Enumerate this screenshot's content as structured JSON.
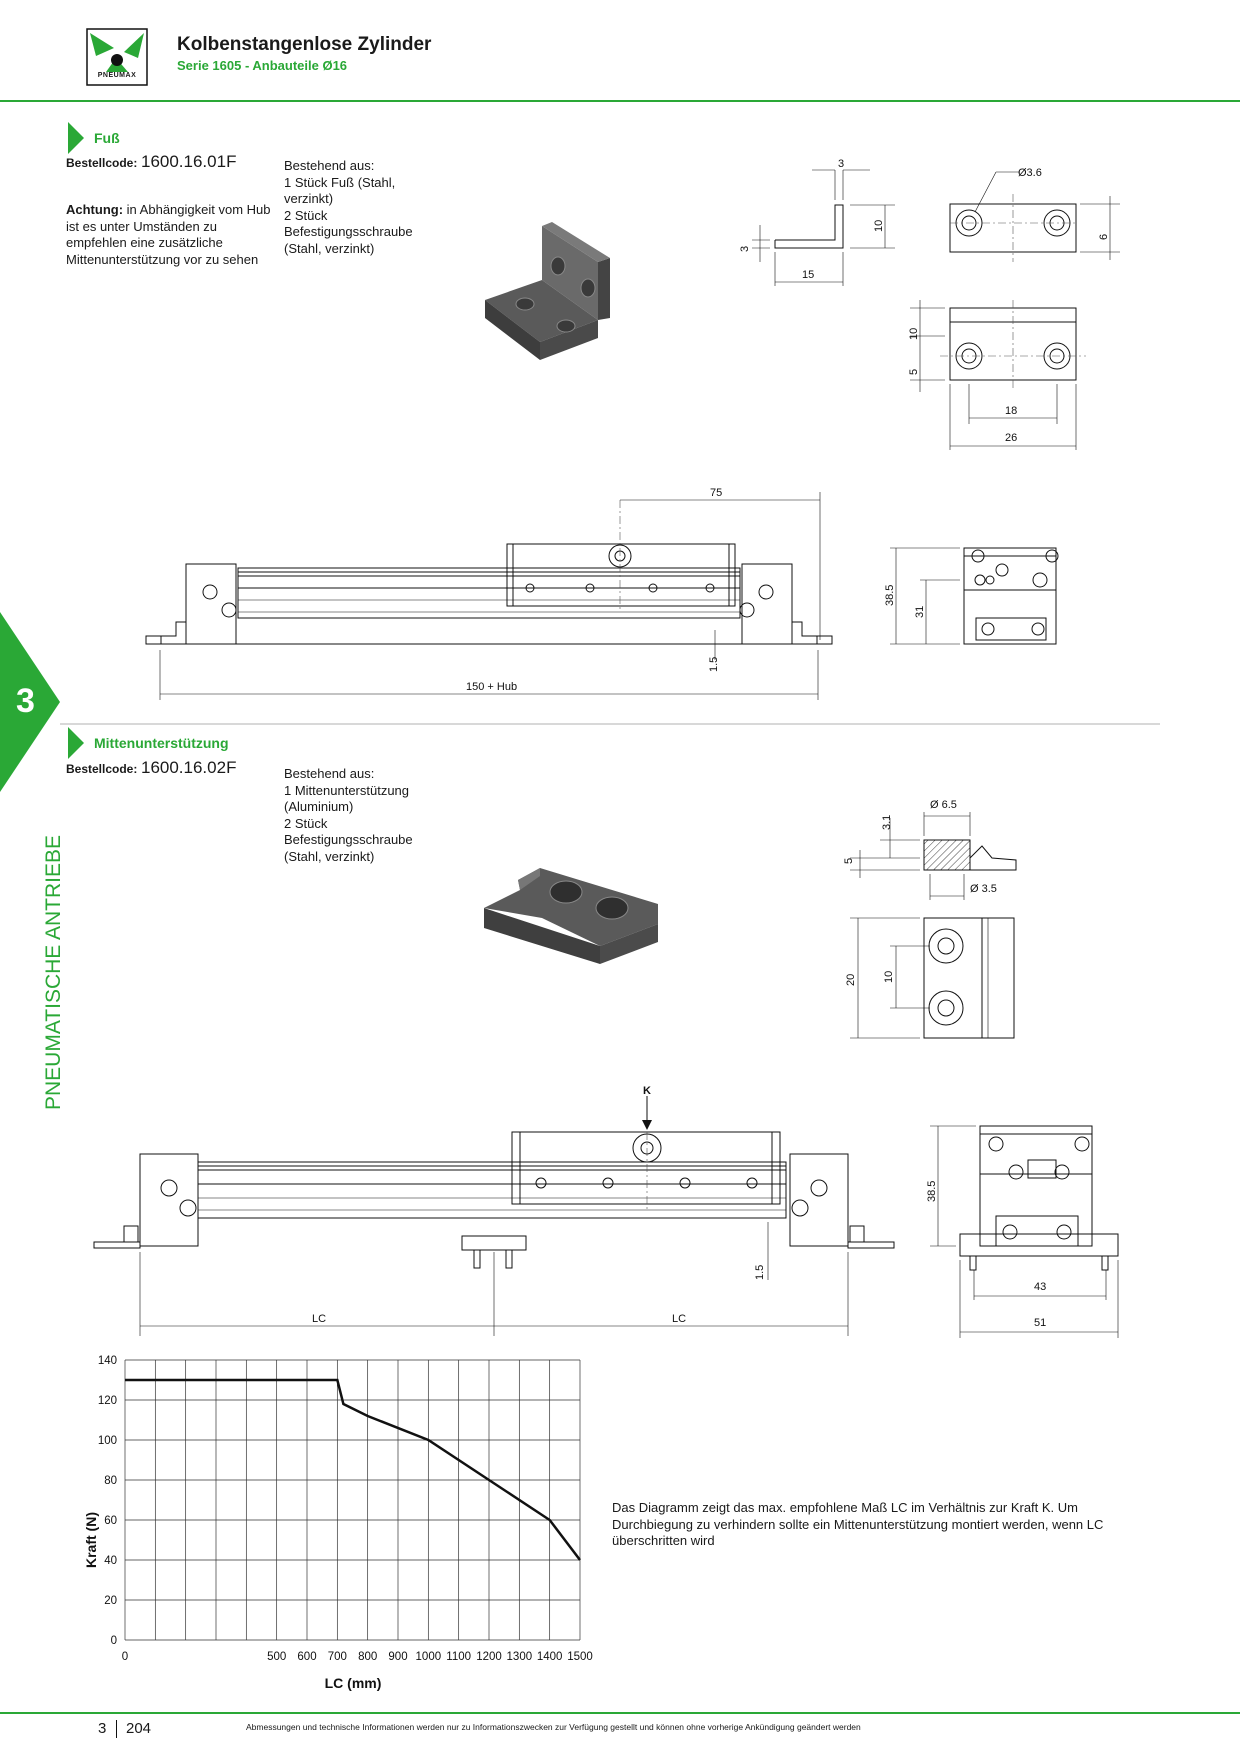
{
  "header": {
    "logo_text": "PNEUMAX",
    "title": "Kolbenstangenlose Zylinder",
    "subtitle": "Serie 1605 - Anbauteile Ø16"
  },
  "side_tab": {
    "number": "3",
    "label": "PNEUMATISCHE ANTRIEBE"
  },
  "section1": {
    "heading": "Fuß",
    "order_label": "Bestellcode:",
    "order_code": "1600.16.01F",
    "note_bold": "Achtung:",
    "note_lines": [
      "in Abhängigkeit vom Hub",
      "ist es unter Umständen zu",
      "empfehlen eine zusätzliche",
      "Mittenunterstützung vor zu sehen"
    ],
    "contents": [
      "Bestehend aus:",
      "1 Stück Fuß (Stahl,",
      "verzinkt)",
      "2 Stück",
      "Befestigungsschraube",
      "(Stahl, verzinkt)"
    ],
    "dims": {
      "d3_top": "3",
      "d10": "10",
      "d3_left": "3",
      "d15": "15",
      "dia36": "Ø3.6",
      "d6": "6",
      "d10b": "10",
      "d5": "5",
      "d18": "18",
      "d26": "26",
      "d75": "75",
      "d15b": "1.5",
      "d150": "150 + Hub",
      "d385": "38.5",
      "d31": "31"
    }
  },
  "section2": {
    "heading": "Mittenunterstützung",
    "order_label": "Bestellcode:",
    "order_code": "1600.16.02F",
    "contents": [
      "Bestehend aus:",
      "1 Mittenunterstützung",
      "(Aluminium)",
      "2 Stück",
      "Befestigungsschraube",
      "(Stahl, verzinkt)"
    ],
    "dims": {
      "dia65": "Ø 6.5",
      "d31": "3.1",
      "d5": "5",
      "dia35": "Ø 3.5",
      "d20": "20",
      "d10": "10",
      "k": "K",
      "d15": "1.5",
      "lc1": "LC",
      "lc2": "LC",
      "d385": "38.5",
      "d43": "43",
      "d51": "51"
    }
  },
  "chart_data": {
    "type": "line",
    "title": "",
    "xlabel": "LC (mm)",
    "ylabel": "Kraft (N)",
    "xlim": [
      0,
      1500
    ],
    "ylim": [
      0,
      140
    ],
    "x_ticks": [
      0,
      500,
      600,
      700,
      800,
      900,
      1000,
      1100,
      1200,
      1300,
      1400,
      1500
    ],
    "y_ticks": [
      0,
      20,
      40,
      60,
      80,
      100,
      120,
      140
    ],
    "grid": true,
    "series": [
      {
        "x": [
          0,
          300,
          700,
          720,
          800,
          1000,
          1200,
          1400,
          1500
        ],
        "y": [
          130,
          130,
          130,
          118,
          112,
          100,
          80,
          60,
          40
        ]
      }
    ]
  },
  "chart_note": [
    "Das Diagramm zeigt das max. empfohlene Maß LC im Verhältnis zur Kraft K. Um",
    "Durchbiegung zu verhindern sollte ein Mittenunterstützung montiert werden, wenn LC",
    "überschritten wird"
  ],
  "footer": {
    "chapter": "3",
    "page": "204",
    "disclaimer": "Abmessungen und technische Informationen werden nur zu Informationszwecken zur Verfügung gestellt und können ohne vorherige Ankündigung geändert werden"
  },
  "colors": {
    "accent": "#2aa836"
  }
}
